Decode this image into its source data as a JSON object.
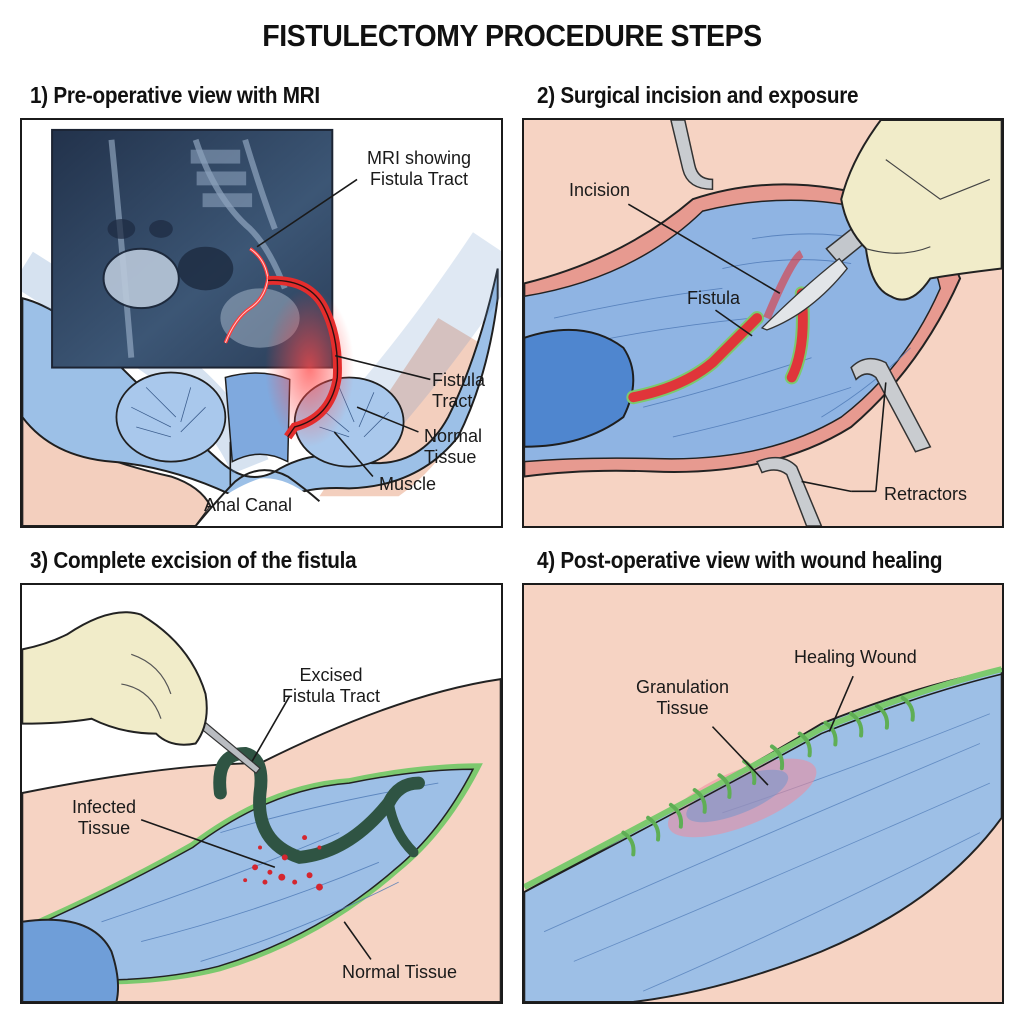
{
  "title": "FISTULECTOMY PROCEDURE STEPS",
  "panels": [
    {
      "heading": "1) Pre-operative view with MRI",
      "labels": {
        "mri": [
          "MRI showing",
          "Fistula Tract"
        ],
        "fistula_tract": [
          "Fistula",
          "Tract"
        ],
        "normal_tissue": [
          "Normal",
          "Tissue"
        ],
        "muscle": "Muscle",
        "anal_canal": "Anal Canal"
      }
    },
    {
      "heading": "2) Surgical incision and exposure",
      "labels": {
        "incision": "Incision",
        "fistula": "Fistula",
        "retractors": "Retractors"
      }
    },
    {
      "heading": "3) Complete excision of the fistula",
      "labels": {
        "excised": [
          "Excised",
          "Fistula Tract"
        ],
        "infected": [
          "Infected",
          "Tissue"
        ],
        "normal_tissue": "Normal Tissue"
      }
    },
    {
      "heading": "4) Post-operative view with wound healing",
      "labels": {
        "healing_wound": "Healing Wound",
        "granulation": [
          "Granulation",
          "Tissue"
        ]
      }
    }
  ],
  "colors": {
    "skin": "#f6d3c3",
    "tissue_blue": "#9dbfe6",
    "tissue_dark": "#5f8fd0",
    "fistula_red": "#e0353a",
    "margin_green": "#7cc96e",
    "fistula_dark_green": "#2f5443",
    "glove": "#f1ecc9",
    "mri_bg": "#2b3c57",
    "steel": "#c9ccd0"
  }
}
